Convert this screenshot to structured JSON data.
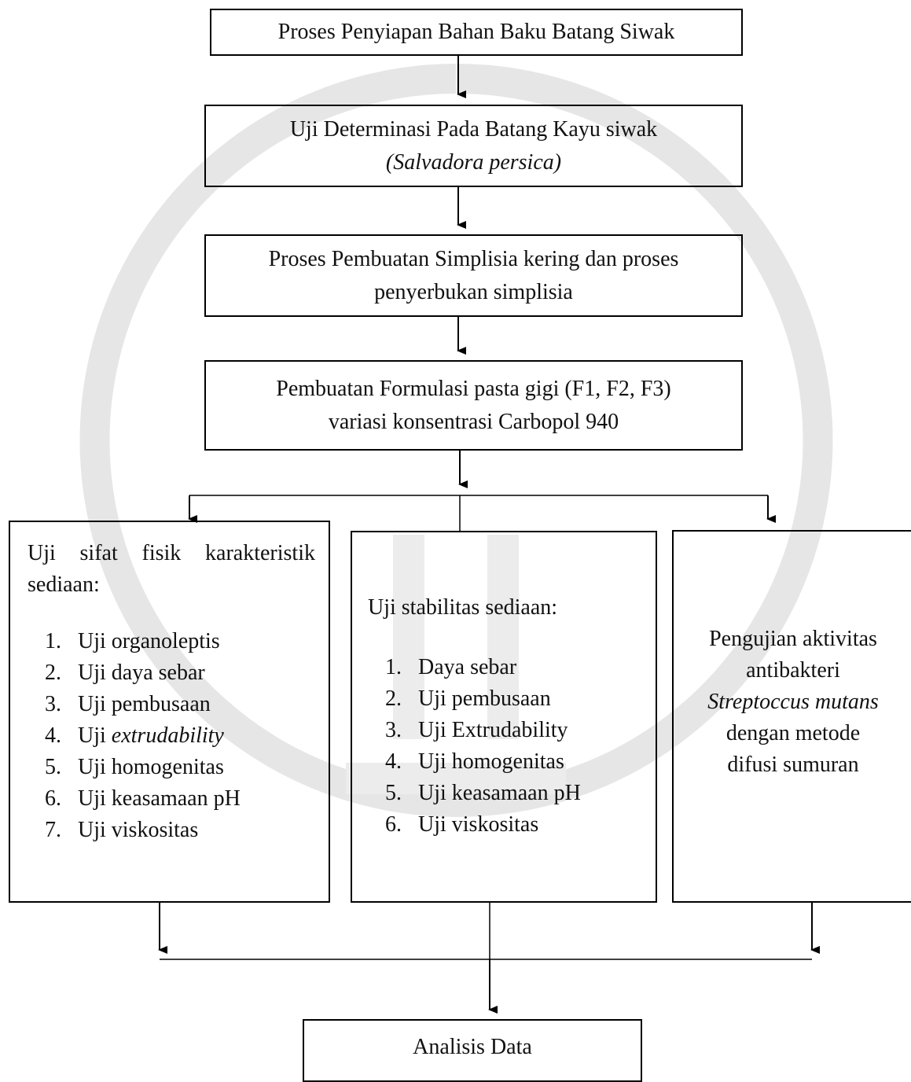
{
  "steps": {
    "step1": "Proses Penyiapan Bahan Baku Batang Siwak",
    "step2_line1": "Uji Determinasi Pada Batang Kayu siwak",
    "step2_line2": "(Salvadora persica)",
    "step3_line1": "Proses Pembuatan Simplisia kering dan proses",
    "step3_line2": "penyerbukan simplisia",
    "step4_line1": "Pembuatan Formulasi  pasta gigi (F1, F2, F3)",
    "step4_line2": "variasi konsentrasi Carbopol 940"
  },
  "physical": {
    "heading": "Uji sifat fisik karakteristik sediaan:",
    "items": [
      {
        "prefix": "Uji ",
        "term": "organoleptis"
      },
      {
        "prefix": "Uji ",
        "term": "daya sebar"
      },
      {
        "prefix": "Uji ",
        "term": "pembusaan"
      },
      {
        "prefix": "Uji ",
        "term": "extrudability"
      },
      {
        "prefix": "Uji ",
        "term": "homogenitas"
      },
      {
        "prefix": "Uji ",
        "term": "keasamaan pH"
      },
      {
        "prefix": "Uji ",
        "term": "viskositas"
      }
    ]
  },
  "stability": {
    "heading": "Uji stabilitas sediaan:",
    "items": [
      "Daya sebar",
      "Uji pembusaan",
      "Uji Extrudability",
      "Uji homogenitas",
      "Uji keasamaan pH",
      "Uji viskositas"
    ]
  },
  "antibacterial": {
    "line1": "Pengujian aktivitas",
    "line2": "antibakteri",
    "line3": "Streptoccus mutans",
    "line4": "dengan metode",
    "line5": "difusi sumuran"
  },
  "final": "Analisis Data"
}
